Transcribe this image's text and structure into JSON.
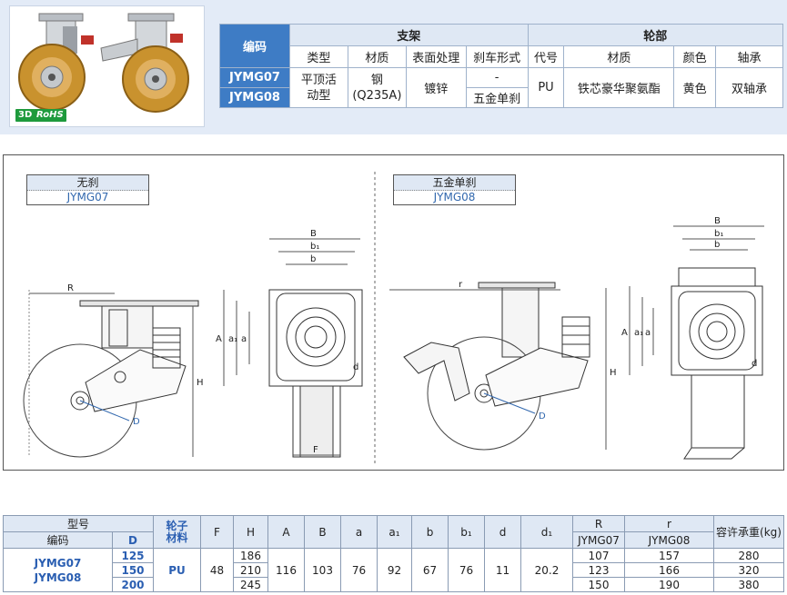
{
  "badges": {
    "three_d": "3D",
    "rohs": "RoHS"
  },
  "spec_table": {
    "code_header": "编码",
    "bracket_header": "支架",
    "wheel_header": "轮部",
    "columns": [
      "类型",
      "材质",
      "表面处理",
      "刹车形式",
      "代号",
      "材质",
      "颜色",
      "轴承"
    ],
    "models": [
      "JYMG07",
      "JYMG08"
    ],
    "type": "平顶活动型",
    "material": "钢(Q235A)",
    "surface": "镀锌",
    "brake_g07": "-",
    "brake_g08": "五金单刹",
    "code": "PU",
    "wheel_material": "铁芯豪华聚氨酯",
    "color": "黄色",
    "bearing": "双轴承"
  },
  "drawing": {
    "left_title": "无刹",
    "left_model": "JYMG07",
    "right_title": "五金单刹",
    "right_model": "JYMG08",
    "labels": {
      "R": "R",
      "r": "r",
      "D": "D",
      "H": "H",
      "F": "F",
      "A": "A",
      "a1": "a₁",
      "a": "a",
      "B": "B",
      "b1": "b₁",
      "b": "b",
      "d": "d"
    }
  },
  "dim_table": {
    "h_model": "型号",
    "h_code": "编码",
    "h_D": "D",
    "h_wheel": "轮子材料",
    "h_cols": [
      "F",
      "H",
      "A",
      "B",
      "a",
      "a₁",
      "b",
      "b₁",
      "d",
      "d₁"
    ],
    "h_R": "R",
    "h_r": "r",
    "h_R_sub": "JYMG07",
    "h_r_sub": "JYMG08",
    "h_load": "容许承重(kg)",
    "models": [
      "JYMG07",
      "JYMG08"
    ],
    "rows": [
      {
        "D": "125",
        "H": "186",
        "R": "107",
        "r": "157",
        "load": "280"
      },
      {
        "D": "150",
        "H": "210",
        "R": "123",
        "r": "166",
        "load": "320"
      },
      {
        "D": "200",
        "H": "245",
        "R": "150",
        "r": "190",
        "load": "380"
      }
    ],
    "wheel": "PU",
    "F": "48",
    "A": "116",
    "B": "103",
    "a": "76",
    "a1": "92",
    "b": "67",
    "b1": "76",
    "d": "11",
    "d1": "20.2"
  },
  "colors": {
    "header_dark": "#3e7cc5",
    "header_light": "#dfe8f4",
    "accent_blue": "#2b5fb2",
    "badge_green": "#1e9a3c",
    "wheel_tread": "#c9922e"
  },
  "icons": [
    "caster-photo",
    "caster-drawing"
  ]
}
